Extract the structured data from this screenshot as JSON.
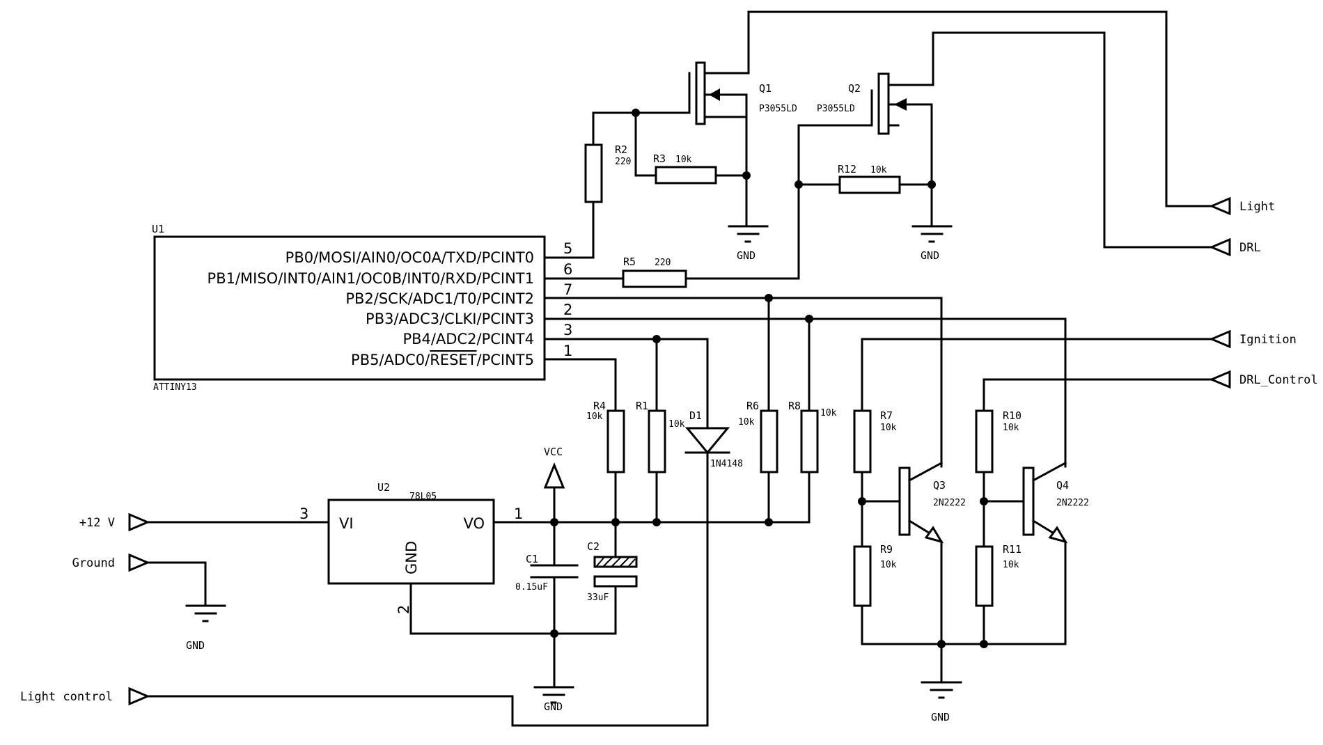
{
  "u1": {
    "ref": "U1",
    "part": "ATTINY13",
    "pins": [
      {
        "name": "PB0/MOSI/AIN0/OC0A/TXD/PCINT0",
        "num": "5"
      },
      {
        "name": "PB1/MISO/INT0/AIN1/OC0B/INT0/RXD/PCINT1",
        "num": "6"
      },
      {
        "name": "PB2/SCK/ADC1/T0/PCINT2",
        "num": "7"
      },
      {
        "name": "PB3/ADC3/CLKI/PCINT3",
        "num": "2"
      },
      {
        "name": "PB4/ADC2/PCINT4",
        "num": "3"
      },
      {
        "name_pre": "PB5/ADC0/",
        "name_over": "RESET",
        "name_post": "/PCINT5",
        "num": "1"
      }
    ]
  },
  "u2": {
    "ref": "U2",
    "part": "78L05",
    "vi": "VI",
    "vo": "VO",
    "gnd": "GND",
    "pin_vi": "3",
    "pin_vo": "1",
    "pin_gnd": "2"
  },
  "q1": {
    "ref": "Q1",
    "part": "P3055LD"
  },
  "q2": {
    "ref": "Q2",
    "part": "P3055LD"
  },
  "q3": {
    "ref": "Q3",
    "part": "2N2222"
  },
  "q4": {
    "ref": "Q4",
    "part": "2N2222"
  },
  "resistors": {
    "r1": {
      "ref": "R1",
      "value": "10k"
    },
    "r2": {
      "ref": "R2",
      "value": "220"
    },
    "r3": {
      "ref": "R3",
      "value": "10k"
    },
    "r4": {
      "ref": "R4",
      "value": "10k"
    },
    "r5": {
      "ref": "R5",
      "value": "220"
    },
    "r6": {
      "ref": "R6",
      "value": "10k"
    },
    "r7": {
      "ref": "R7",
      "value": "10k"
    },
    "r8": {
      "ref": "R8",
      "value": "10k"
    },
    "r9": {
      "ref": "R9",
      "value": "10k"
    },
    "r10": {
      "ref": "R10",
      "value": "10k"
    },
    "r11": {
      "ref": "R11",
      "value": "10k"
    },
    "r12": {
      "ref": "R12",
      "value": "10k"
    }
  },
  "c1": {
    "ref": "C1",
    "value": "0.15uF"
  },
  "c2": {
    "ref": "C2",
    "value": "33uF"
  },
  "d1": {
    "ref": "D1",
    "part": "1N4148"
  },
  "vcc": "VCC",
  "gnd": "GND",
  "ports": {
    "plus12v": "+12 V",
    "ground": "Ground",
    "light_control": "Light control",
    "light": "Light",
    "drl": "DRL",
    "ignition": "Ignition",
    "drl_control": "DRL_Control"
  }
}
